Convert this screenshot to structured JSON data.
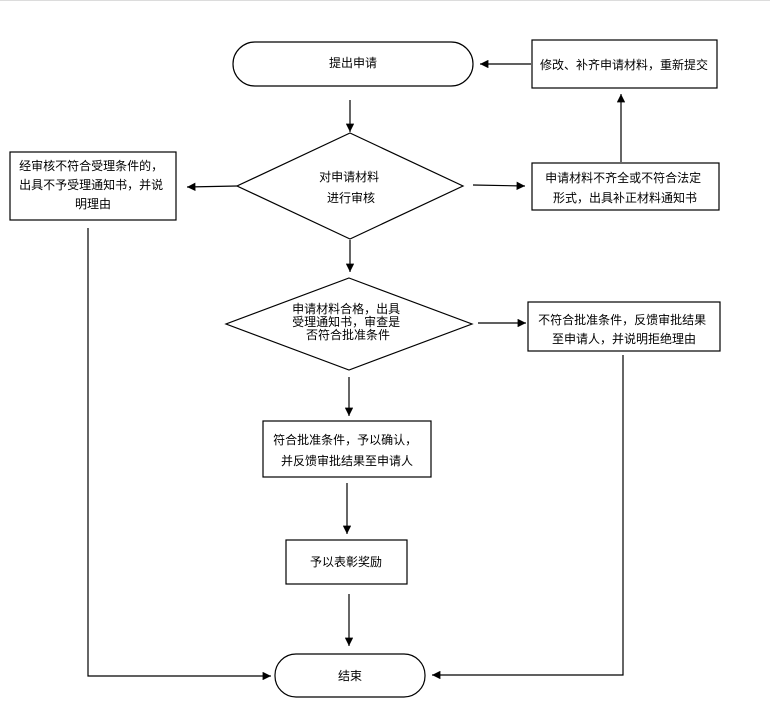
{
  "nodes": {
    "submit": {
      "lines": [
        "提出申请"
      ]
    },
    "resubmit": {
      "lines": [
        "修改、补齐申请材料，重新提交"
      ]
    },
    "review": {
      "lines": [
        "对申请材料",
        "进行审核"
      ]
    },
    "reject_accept": {
      "lines": [
        "经审核不符合受理条件的，",
        "出具不予受理通知书，并说",
        "明理由"
      ]
    },
    "incomplete": {
      "lines": [
        "申请材料不齐全或不符合法定",
        "形式，出具补正材料通知书"
      ]
    },
    "check": {
      "lines": [
        "申请材料合格，出具",
        "受理通知书，审查是",
        "否符合批准条件"
      ]
    },
    "reject_approve": {
      "lines": [
        "不符合批准条件，反馈审批结果",
        "至申请人，并说明拒绝理由"
      ]
    },
    "approve": {
      "lines": [
        "符合批准条件，予以确认，",
        "并反馈审批结果至申请人"
      ]
    },
    "reward": {
      "lines": [
        "予以表彰奖励"
      ]
    },
    "end": {
      "lines": [
        "结束"
      ]
    }
  }
}
